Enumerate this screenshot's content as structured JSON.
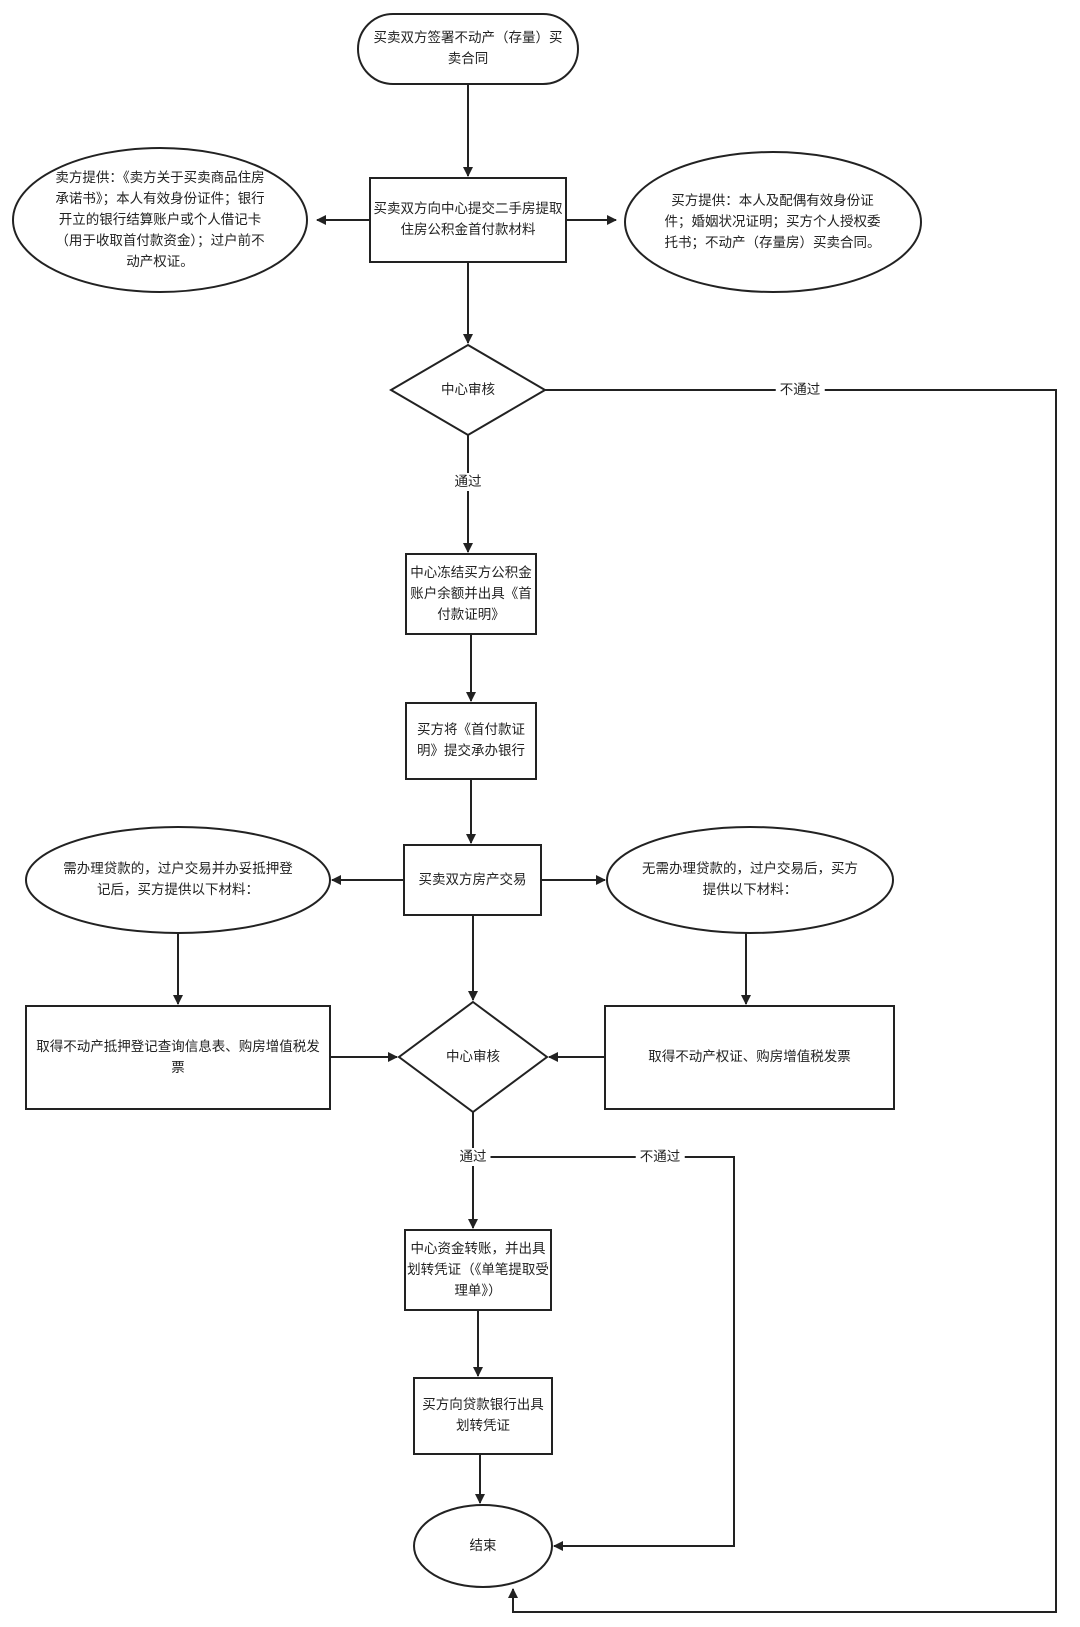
{
  "nodes": {
    "start": "买卖双方签署不动产（存量）买卖合同",
    "submit": "买卖双方向中心提交二手房提取住房公积金首付款材料",
    "seller_docs": "卖方提供：《卖方关于买卖商品住房承诺书》；本人有效身份证件；银行开立的银行结算账户或个人借记卡（用于收取首付款资金）；过户前不动产权证。",
    "buyer_docs": "买方提供：本人及配偶有效身份证件；婚姻状况证明；买方个人授权委托书；不动产（存量房）买卖合同。",
    "review1": "中心审核",
    "freeze": "中心冻结买方公积金账户余额并出具《首付款证明》",
    "to_bank": "买方将《首付款证明》提交承办银行",
    "trade": "买卖双方房产交易",
    "with_loan": "需办理贷款的，过户交易并办妥抵押登记后，买方提供以下材料：",
    "no_loan": "无需办理贷款的，过户交易后，买方提供以下材料：",
    "mortgage_docs": "取得不动产抵押登记查询信息表、购房增值税发票",
    "title_docs": "取得不动产权证、购房增值税发票",
    "review2": "中心审核",
    "transfer": "中心资金转账，并出具划转凭证（《单笔提取受理单》）",
    "bank_voucher": "买方向贷款银行出具划转凭证",
    "end": "结束"
  },
  "edge_labels": {
    "review1_fail": "不通过",
    "review1_pass": "通过",
    "review2_pass": "通过",
    "review2_fail": "不通过"
  }
}
